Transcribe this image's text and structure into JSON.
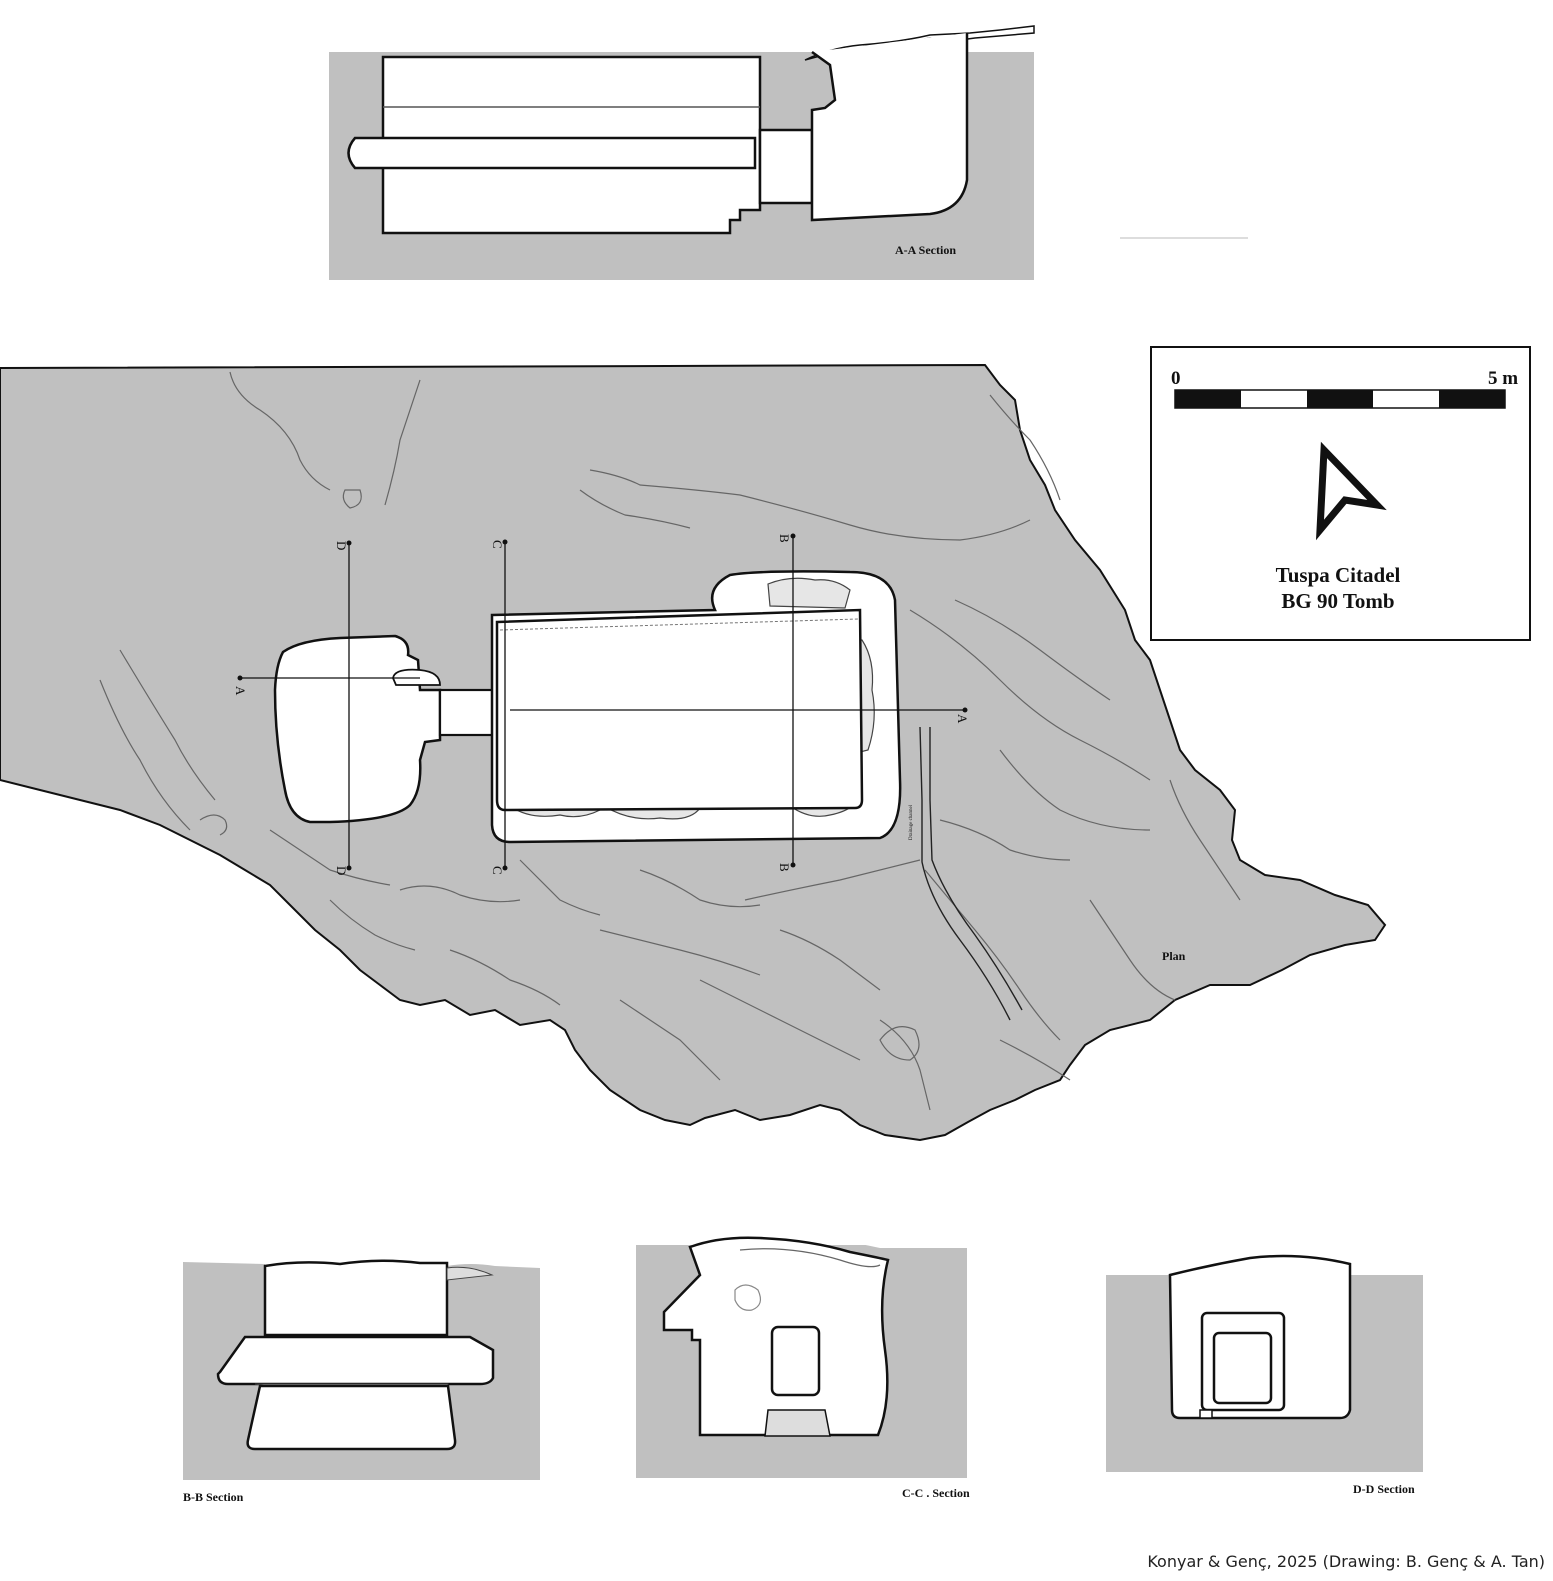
{
  "sections": {
    "aa": "A-A Section",
    "bb": "B-B Section",
    "cc": "C-C . Section",
    "dd": "D-D Section"
  },
  "plan": {
    "label": "Plan",
    "small_label": "Drainage channel",
    "markers": {
      "a": "A",
      "b": "B",
      "c": "C",
      "d": "D"
    }
  },
  "scale_bar": {
    "start": "0",
    "end": "5 m"
  },
  "title": {
    "line1": "Tuspa Citadel",
    "line2": "BG 90 Tomb"
  },
  "credit": "Konyar & Genç, 2025 (Drawing: B. Genç & A. Tan)",
  "colors": {
    "fill": "#c0c0c0",
    "line": "#111111",
    "crack": "#777777",
    "white": "#ffffff"
  }
}
